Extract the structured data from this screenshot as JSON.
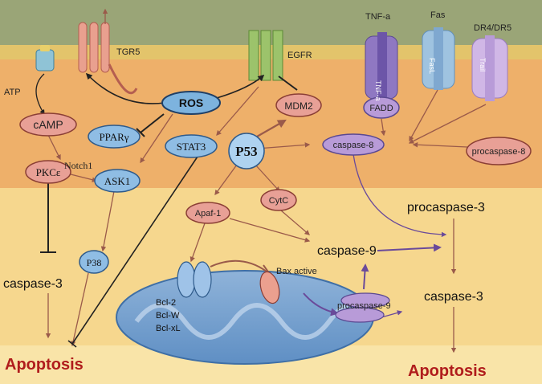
{
  "receptors": {
    "tgr5": "TGR5",
    "egfr": "EGFR",
    "tnfa": "TNF-a",
    "tnfa_inner": "TNF-a",
    "fas": "Fas",
    "fasl_inner": "FasL",
    "dr": "DR4/DR5",
    "trail_inner": "Trail"
  },
  "nodes": {
    "atp": "ATP",
    "camp": "cAMP",
    "ros": "ROS",
    "ppar": "PPARγ",
    "stat3": "STAT3",
    "p53": "P53",
    "mdm2": "MDM2",
    "fadd": "FADD",
    "casp8": "caspase-8",
    "procasp8": "procaspase-8",
    "notch1": "Notch1",
    "pkc": "PKCε",
    "ask1": "ASK1",
    "apaf1": "Apaf-1",
    "cytc": "CytC",
    "procasp3": "procaspase-3",
    "casp9": "caspase-9",
    "p38": "P38",
    "casp3_left": "caspase-3",
    "bax": "Bax active",
    "procasp9": "procaspase-9",
    "casp3_right": "caspase-3",
    "bcl": [
      "Bcl-2",
      "Bcl-W",
      "Bcl-xL"
    ],
    "apoptosis_left": "Apoptosis",
    "apoptosis_right": "Apoptosis"
  }
}
